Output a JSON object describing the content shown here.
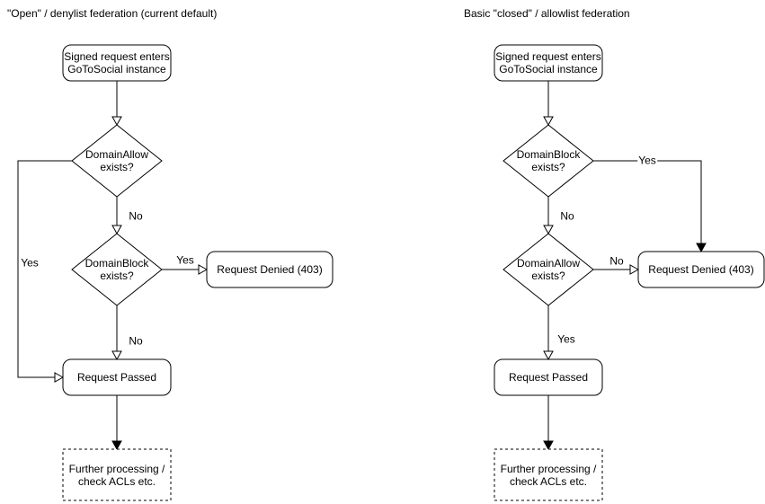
{
  "canvas": {
    "background": "#ffffff",
    "stroke_color": "#000000",
    "text_color": "#000000"
  },
  "left": {
    "title": "\"Open\" / denylist federation (current default)",
    "start": "Signed request enters\nGoToSocial instance",
    "decision1": "DomainAllow\nexists?",
    "decision1_no": "No",
    "decision1_yes": "Yes",
    "decision2": "DomainBlock\nexists?",
    "decision2_yes": "Yes",
    "decision2_no": "No",
    "denied": "Request Denied (403)",
    "passed": "Request Passed",
    "further": "Further processing /\ncheck ACLs etc."
  },
  "right": {
    "title": "Basic \"closed\" / allowlist federation",
    "start": "Signed request enters\nGoToSocial instance",
    "decision1": "DomainBlock\nexists?",
    "decision1_yes": "Yes",
    "decision1_no": "No",
    "decision2": "DomainAllow\nexists?",
    "decision2_no": "No",
    "decision2_yes": "Yes",
    "denied": "Request Denied (403)",
    "passed": "Request Passed",
    "further": "Further processing /\ncheck ACLs etc."
  }
}
